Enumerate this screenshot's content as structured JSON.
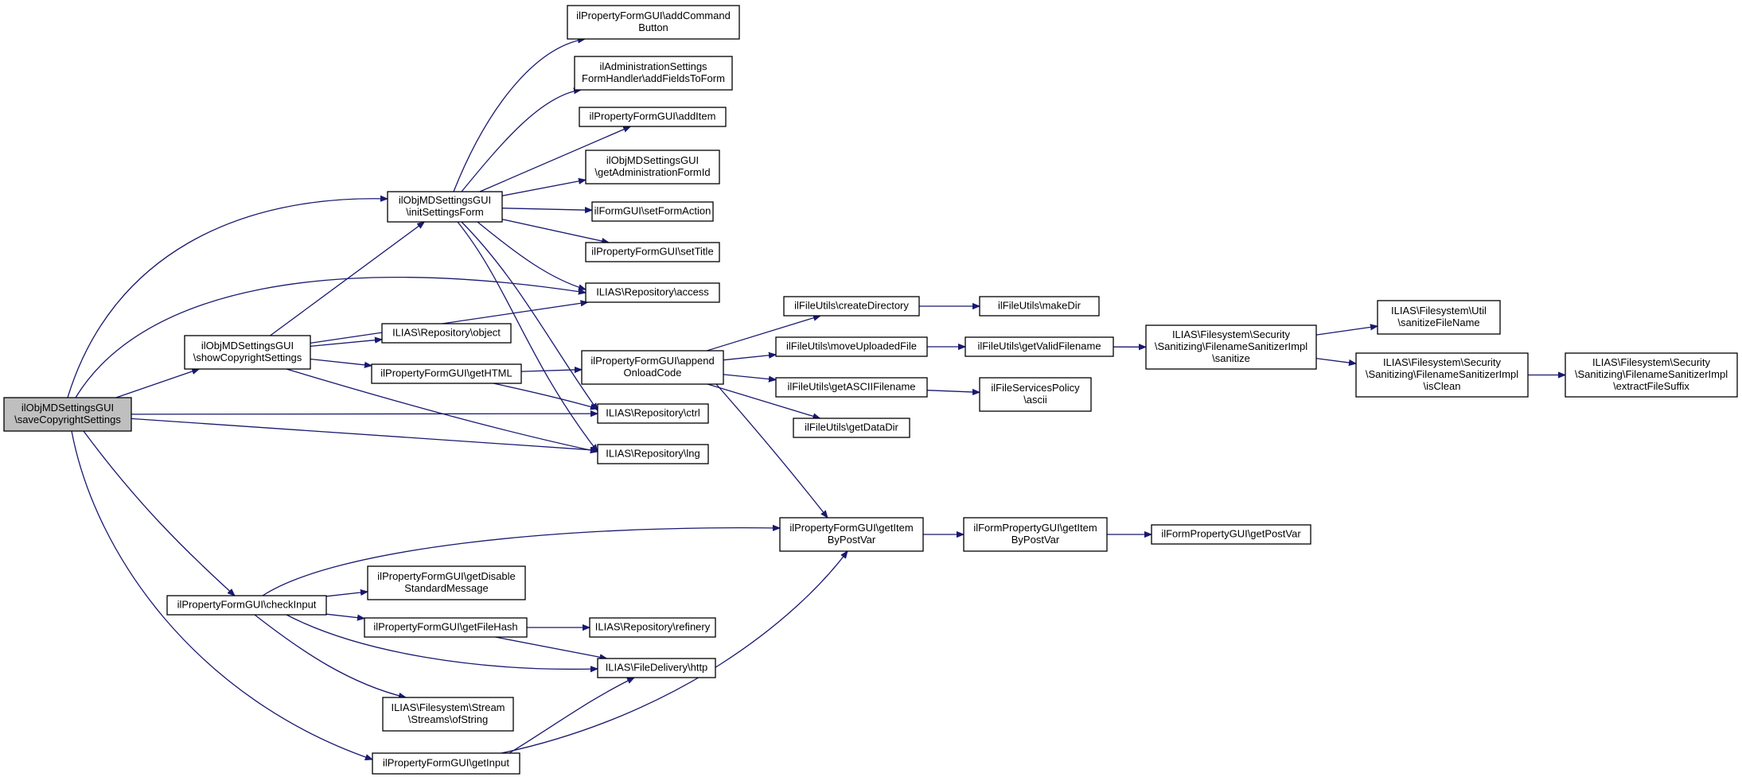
{
  "colors": {
    "node_fill": "#ffffff",
    "root_fill": "#bfbfbf",
    "node_border": "#000000",
    "edge": "#191970"
  },
  "nodes": {
    "root": [
      "ilObjMDSettingsGUI",
      "\\saveCopyrightSettings"
    ],
    "initSettingsForm": [
      "ilObjMDSettingsGUI",
      "\\initSettingsForm"
    ],
    "showCopyright": [
      "ilObjMDSettingsGUI",
      "\\showCopyrightSettings"
    ],
    "checkInput": [
      "ilPropertyFormGUI\\checkInput"
    ],
    "getInput": [
      "ilPropertyFormGUI\\getInput"
    ],
    "addCommand": [
      "ilPropertyFormGUI\\addCommand",
      "Button"
    ],
    "addFields": [
      "ilAdministrationSettings",
      "FormHandler\\addFieldsToForm"
    ],
    "addItem": [
      "ilPropertyFormGUI\\addItem"
    ],
    "getAdminFormId": [
      "ilObjMDSettingsGUI",
      "\\getAdministrationFormId"
    ],
    "setFormAction": [
      "ilFormGUI\\setFormAction"
    ],
    "setTitle": [
      "ilPropertyFormGUI\\setTitle"
    ],
    "access": [
      "ILIAS\\Repository\\access"
    ],
    "object": [
      "ILIAS\\Repository\\object"
    ],
    "getHTML": [
      "ilPropertyFormGUI\\getHTML"
    ],
    "ctrl": [
      "ILIAS\\Repository\\ctrl"
    ],
    "lng": [
      "ILIAS\\Repository\\lng"
    ],
    "appendOnload": [
      "ilPropertyFormGUI\\append",
      "OnloadCode"
    ],
    "createDirectory": [
      "ilFileUtils\\createDirectory"
    ],
    "makeDir": [
      "ilFileUtils\\makeDir"
    ],
    "moveUploaded": [
      "ilFileUtils\\moveUploadedFile"
    ],
    "getValidFilename": [
      "ilFileUtils\\getValidFilename"
    ],
    "sanitize": [
      "ILIAS\\Filesystem\\Security",
      "\\Sanitizing\\FilenameSanitizerImpl",
      "\\sanitize"
    ],
    "sanitizeFileName": [
      "ILIAS\\Filesystem\\Util",
      "\\sanitizeFileName"
    ],
    "isClean": [
      "ILIAS\\Filesystem\\Security",
      "\\Sanitizing\\FilenameSanitizerImpl",
      "\\isClean"
    ],
    "extractFileSuffix": [
      "ILIAS\\Filesystem\\Security",
      "\\Sanitizing\\FilenameSanitizerImpl",
      "\\extractFileSuffix"
    ],
    "getASCII": [
      "ilFileUtils\\getASCIIFilename"
    ],
    "ascii": [
      "ilFileServicesPolicy",
      "\\ascii"
    ],
    "getDataDir": [
      "ilFileUtils\\getDataDir"
    ],
    "getItemByPostVar": [
      "ilPropertyFormGUI\\getItem",
      "ByPostVar"
    ],
    "formPropGetItem": [
      "ilFormPropertyGUI\\getItem",
      "ByPostVar"
    ],
    "getPostVar": [
      "ilFormPropertyGUI\\getPostVar"
    ],
    "getDisable": [
      "ilPropertyFormGUI\\getDisable",
      "StandardMessage"
    ],
    "getFileHash": [
      "ilPropertyFormGUI\\getFileHash"
    ],
    "refinery": [
      "ILIAS\\Repository\\refinery"
    ],
    "http": [
      "ILIAS\\FileDelivery\\http"
    ],
    "ofString": [
      "ILIAS\\Filesystem\\Stream",
      "\\Streams\\ofString"
    ]
  },
  "edges": [
    [
      "root",
      "initSettingsForm"
    ],
    [
      "root",
      "showCopyright"
    ],
    [
      "root",
      "checkInput"
    ],
    [
      "root",
      "getInput"
    ],
    [
      "root",
      "access"
    ],
    [
      "root",
      "ctrl"
    ],
    [
      "root",
      "lng"
    ],
    [
      "initSettingsForm",
      "addCommand"
    ],
    [
      "initSettingsForm",
      "addFields"
    ],
    [
      "initSettingsForm",
      "addItem"
    ],
    [
      "initSettingsForm",
      "getAdminFormId"
    ],
    [
      "initSettingsForm",
      "setFormAction"
    ],
    [
      "initSettingsForm",
      "setTitle"
    ],
    [
      "initSettingsForm",
      "access"
    ],
    [
      "initSettingsForm",
      "ctrl"
    ],
    [
      "initSettingsForm",
      "lng"
    ],
    [
      "showCopyright",
      "initSettingsForm"
    ],
    [
      "showCopyright",
      "access"
    ],
    [
      "showCopyright",
      "object"
    ],
    [
      "showCopyright",
      "getHTML"
    ],
    [
      "showCopyright",
      "lng"
    ],
    [
      "getHTML",
      "appendOnload"
    ],
    [
      "getHTML",
      "ctrl"
    ],
    [
      "appendOnload",
      "createDirectory"
    ],
    [
      "appendOnload",
      "moveUploaded"
    ],
    [
      "appendOnload",
      "getASCII"
    ],
    [
      "appendOnload",
      "getDataDir"
    ],
    [
      "appendOnload",
      "getItemByPostVar"
    ],
    [
      "createDirectory",
      "makeDir"
    ],
    [
      "moveUploaded",
      "getValidFilename"
    ],
    [
      "getValidFilename",
      "sanitize"
    ],
    [
      "sanitize",
      "sanitizeFileName"
    ],
    [
      "sanitize",
      "isClean"
    ],
    [
      "isClean",
      "extractFileSuffix"
    ],
    [
      "getASCII",
      "ascii"
    ],
    [
      "getItemByPostVar",
      "formPropGetItem"
    ],
    [
      "formPropGetItem",
      "getPostVar"
    ],
    [
      "checkInput",
      "getItemByPostVar"
    ],
    [
      "checkInput",
      "getDisable"
    ],
    [
      "checkInput",
      "getFileHash"
    ],
    [
      "checkInput",
      "http"
    ],
    [
      "checkInput",
      "ofString"
    ],
    [
      "getFileHash",
      "refinery"
    ],
    [
      "getFileHash",
      "http"
    ],
    [
      "getInput",
      "http"
    ],
    [
      "getInput",
      "getItemByPostVar"
    ]
  ]
}
